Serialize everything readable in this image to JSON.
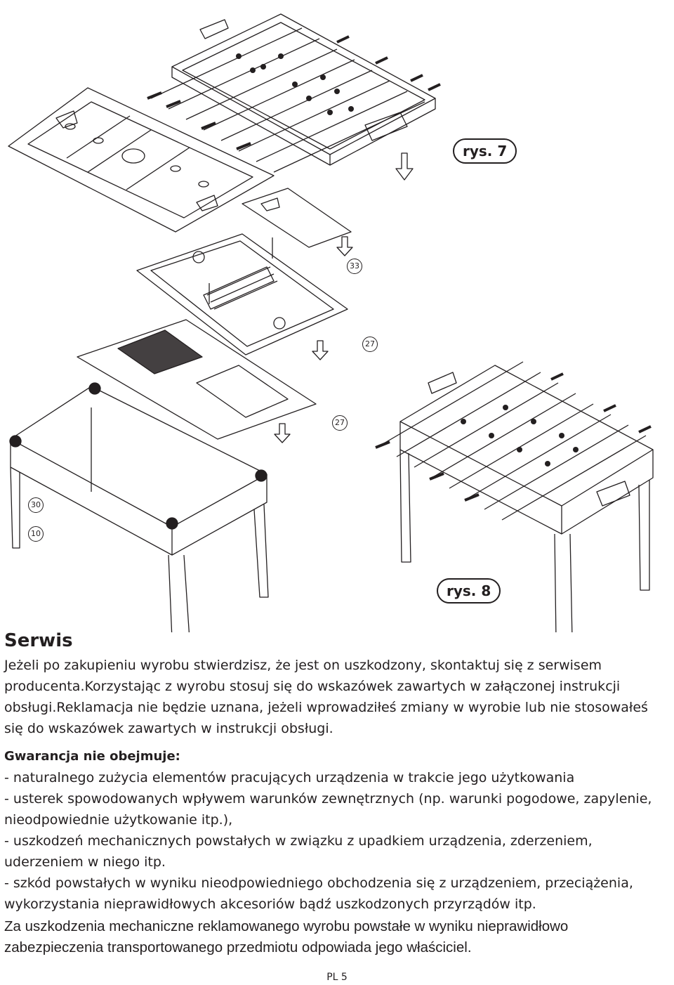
{
  "figures": {
    "label_7": "rys. 7",
    "label_8": "rys. 8",
    "callouts": [
      "33",
      "27",
      "27",
      "30",
      "10"
    ]
  },
  "service": {
    "title": "Serwis",
    "paragraph": "Jeżeli po zakupieniu wyrobu stwierdzisz, że jest on uszkodzony, skontaktuj się z serwisem producenta.Korzystając z wyrobu stosuj się do wskazówek zawartych w załączonej instrukcji obsługi.Reklamacja nie będzie uznana, jeżeli wprowadziłeś zmiany w wyrobie lub nie stosowałeś się do wskazówek zawartych w instrukcji obsługi."
  },
  "warranty": {
    "title": "Gwarancja nie obejmuje:",
    "items": [
      "- naturalnego zużycia elementów pracujących urządzenia w trakcie jego użytkowania",
      "- usterek spowodowanych wpływem warunków zewnętrznych (np. warunki pogodowe, zapylenie, nieodpowiednie użytkowanie itp.),",
      "- uszkodzeń mechanicznych powstałych w związku z upadkiem urządzenia, zderzeniem, uderzeniem w niego itp.",
      "- szkód powstałych w wyniku nieodpowiedniego obchodzenia się z urządzeniem, przeciążenia, wykorzystania nieprawidłowych akcesoriów bądź uszkodzonych przyrządów itp."
    ],
    "final": "Za uszkodzenia mechaniczne reklamowanego wyrobu powstałe w wyniku nieprawidłowo zabezpieczenia transportowanego przedmiotu odpowiada jego właściciel."
  },
  "footer": {
    "page_number": "PL 5"
  }
}
